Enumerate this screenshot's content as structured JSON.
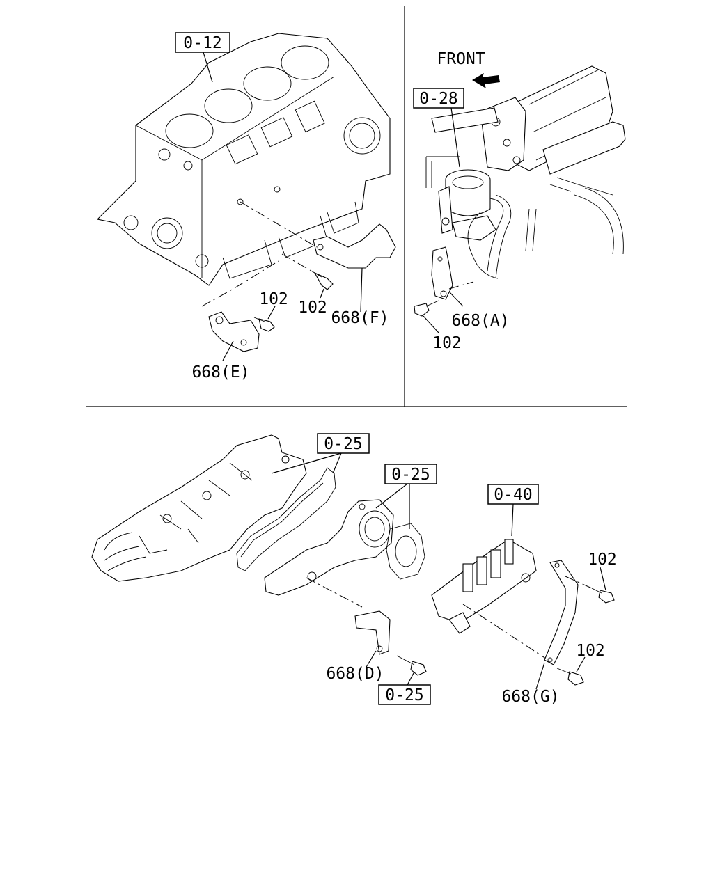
{
  "panels": {
    "top_left": {
      "ref_box": "0-12",
      "callouts": [
        "102",
        "102",
        "668(F)",
        "668(E)"
      ]
    },
    "top_right": {
      "direction": "FRONT",
      "ref_box": "0-28",
      "callouts": [
        "668(A)",
        "102"
      ]
    },
    "bottom": {
      "ref_boxes": [
        "0-25",
        "0-25",
        "0-40",
        "0-25"
      ],
      "callouts": [
        "102",
        "102",
        "668(D)",
        "668(G)"
      ]
    }
  }
}
